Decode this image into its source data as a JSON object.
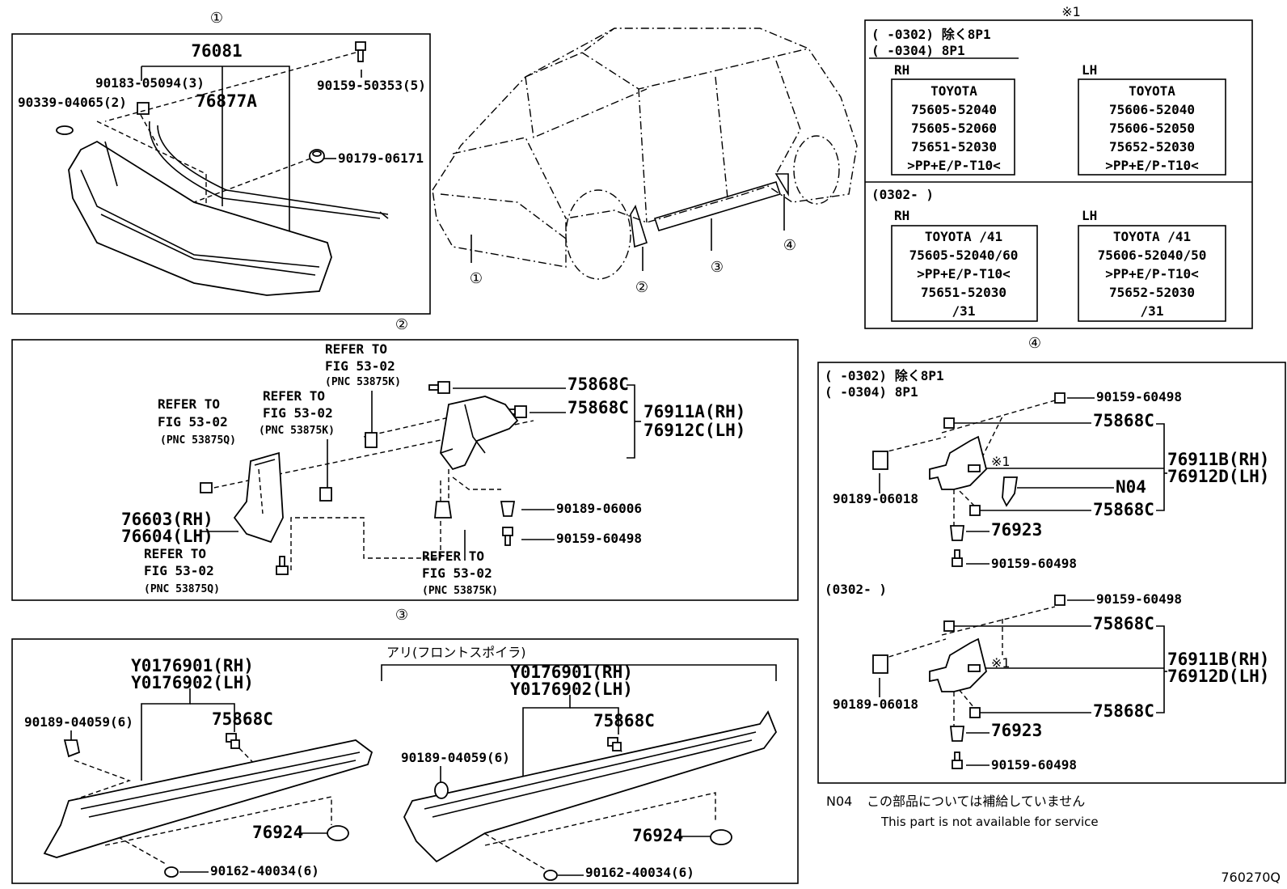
{
  "callouts": [
    "①",
    "②",
    "③",
    "④"
  ],
  "asterisk": "※1",
  "footer_code": "760270Q",
  "service_note": {
    "code": "N04",
    "jp": "この部品については補給していません",
    "en": "This part is not available for service"
  },
  "panel1": {
    "p76081": "76081",
    "p76877A": "76877A",
    "p90183": "90183-05094(3)",
    "p90339": "90339-04065(2)",
    "p90159": "90159-50353(5)",
    "p90179": "90179-06171"
  },
  "panel2": {
    "refer_to": "REFER TO",
    "fig": "FIG 53-02",
    "pnc_k": "(PNC 53875K)",
    "pnc_q": "(PNC 53875Q)",
    "p75868C_a": "75868C",
    "p75868C_b": "75868C",
    "p76911A": "76911A(RH)",
    "p76912C": "76912C(LH)",
    "p76603": "76603(RH)",
    "p76604": "76604(LH)",
    "p90189": "90189-06006",
    "p90159": "90159-60498"
  },
  "panel3": {
    "left": {
      "y1": "Y0176901(RH)",
      "y2": "Y0176902(LH)",
      "p90189": "90189-04059(6)",
      "p75868C": "75868C",
      "p76924": "76924",
      "p90162": "90162-40034(6)"
    },
    "right": {
      "header": "アリ(フロントスポイラ)",
      "y1": "Y0176901(RH)",
      "y2": "Y0176902(LH)",
      "p90189": "90189-04059(6)",
      "p75868C": "75868C",
      "p76924": "76924",
      "p90162": "90162-40034(6)"
    }
  },
  "panel4": {
    "cond1a": "(     -0302) 除く8P1",
    "cond1b": "(     -0304) 8P1",
    "cond2": "(0302-     )",
    "p90159": "90159-60498",
    "p75868C": "75868C",
    "p76911B": "76911B(RH)",
    "p76912D": "76912D(LH)",
    "n04": "N04",
    "mark": "※1",
    "p90189": "90189-06018",
    "p76923": "76923"
  },
  "emblem": {
    "cond1a": "(     -0302) 除く8P1",
    "cond1b": "(     -0304) 8P1",
    "cond2": "(0302-     )",
    "rh": "RH",
    "lh": "LH",
    "top_rh": [
      "TOYOTA",
      "75605-52040",
      "75605-52060",
      "75651-52030",
      ">PP+E/P-T10<"
    ],
    "top_lh": [
      "TOYOTA",
      "75606-52040",
      "75606-52050",
      "75652-52030",
      ">PP+E/P-T10<"
    ],
    "bot_rh": [
      "TOYOTA   /41",
      "75605-52040/60",
      ">PP+E/P-T10<",
      "75651-52030",
      "/31"
    ],
    "bot_lh": [
      "TOYOTA   /41",
      "75606-52040/50",
      ">PP+E/P-T10<",
      "75652-52030",
      "/31"
    ]
  }
}
